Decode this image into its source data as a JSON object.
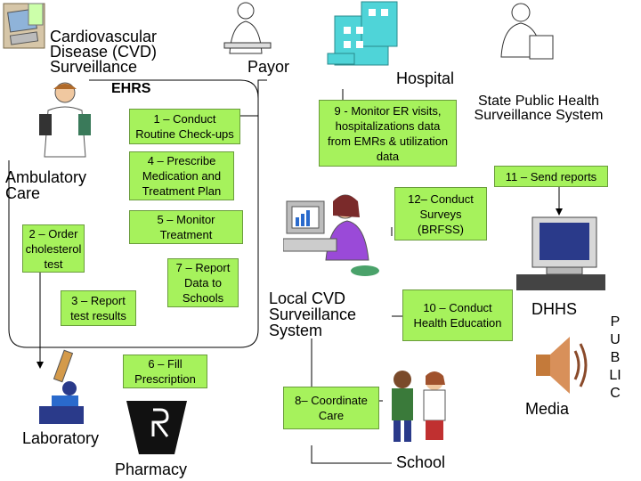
{
  "title": {
    "line1": "Cardiovascular",
    "line2": "Disease (CVD)",
    "line3": "Surveillance"
  },
  "labels": {
    "ehrs": "EHRS",
    "payor": "Payor",
    "hospital": "Hospital",
    "state": "State Public Health Surveillance System",
    "ambulatory": "Ambulatory Care",
    "local": "Local CVD Surveillance System",
    "dhhs": "DHHS",
    "media": "Media",
    "laboratory": "Laboratory",
    "pharmacy": "Pharmacy",
    "school": "School",
    "public": "PUBLIC"
  },
  "steps": {
    "s1": "1 – Conduct Routine Check-ups",
    "s2": "2 – Order cholesterol test",
    "s3": "3 – Report test results",
    "s4": "4 – Prescribe Medication and Treatment Plan",
    "s5": "5 – Monitor Treatment",
    "s6": "6 – Fill Prescription",
    "s7": "7 – Report Data to Schools",
    "s8": "8– Coordinate Care",
    "s9": "9 - Monitor ER visits, hospitalizations data from EMRs & utilization data",
    "s10": "10 – Conduct Health Education",
    "s11": "11 – Send reports",
    "s12": "12– Conduct Surveys (BRFSS)"
  },
  "colors": {
    "box_fill": "#a6f25c",
    "box_border": "#6a9c3c",
    "line": "#000000"
  },
  "icons": [
    "computer-icon",
    "clipboard-icon",
    "doctor-icon",
    "hospital-icon",
    "office-worker-icon",
    "desktop-computer-icon",
    "microscope-icon",
    "pharmacy-icon",
    "students-icon",
    "speaker-icon"
  ]
}
